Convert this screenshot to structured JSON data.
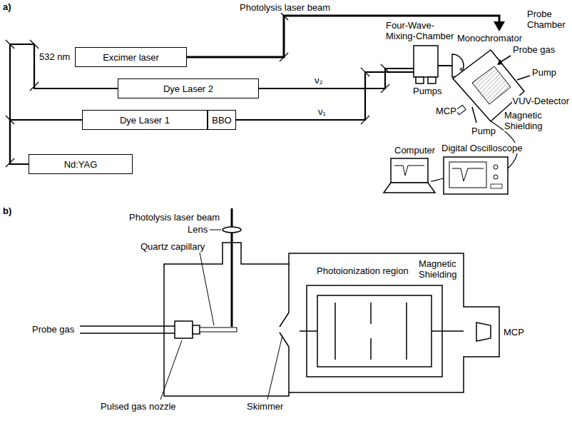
{
  "diagram": {
    "nodes": [
      {
        "text": [
          "Excimer laser"
        ]
      },
      {
        "text": [
          "Dye Laser 2"
        ]
      },
      {
        "text": [
          "Dye Laser 1"
        ]
      },
      {
        "text": [
          "BBO"
        ]
      },
      {
        "text": [
          "Nd:YAG"
        ]
      }
    ],
    "edges": [
      {
        "from": 4,
        "to": 2,
        "arrow": "none"
      },
      {
        "from": 4,
        "to": 1,
        "arrow": "none"
      }
    ],
    "labels": [
      "a)",
      "Photolysis laser beam",
      "532 nm",
      "ν₂",
      "ν₁",
      "Four-Wave- Mixing-Chamber",
      "Monochromator",
      "Probe Chamber",
      "Probe gas",
      "Pumps",
      "Pump",
      "VUV-Detector",
      "Magnetic Shielding",
      "MCP",
      "Pump",
      "Digital Oscilloscope",
      "Computer",
      "b)",
      "Photolysis laser beam",
      "Lens",
      "Quartz capillary",
      "Photoionization region",
      "Magnetic Shielding",
      "Probe gas",
      "MCP",
      "Pulsed gas nozzle",
      "Skimmer"
    ]
  }
}
